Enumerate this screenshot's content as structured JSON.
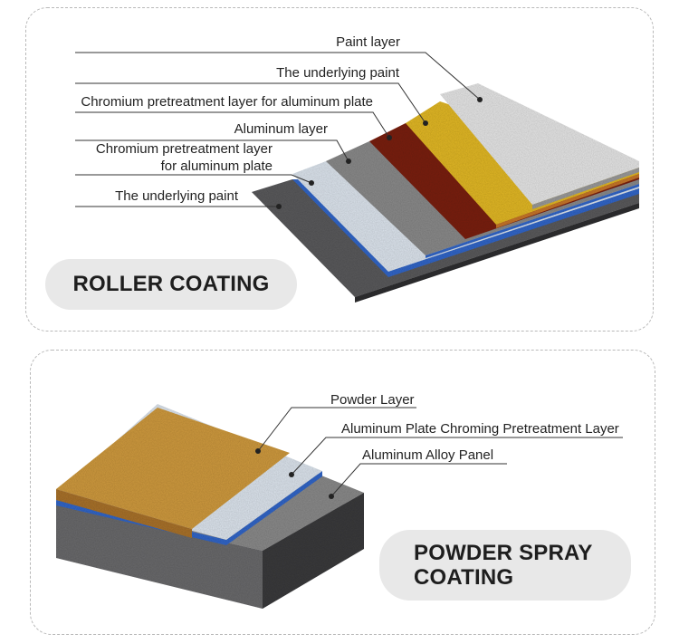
{
  "roller_coating": {
    "title": "ROLLER COATING",
    "labels": {
      "paint_layer": "Paint layer",
      "underlying_paint_top": "The underlying paint",
      "chromium_top": "Chromium pretreatment layer for aluminum plate",
      "aluminum_layer": "Aluminum layer",
      "chromium_bottom_line1": "Chromium pretreatment layer",
      "chromium_bottom_line2": "for aluminum plate",
      "underlying_paint_bottom": "The underlying paint"
    }
  },
  "powder_spray_coating": {
    "title": "POWDER SPRAY\nCOATING",
    "labels": {
      "powder_layer": "Powder Layer",
      "chroming_pretreatment": "Aluminum Plate Chroming Pretreatment Layer",
      "alloy_panel": "Aluminum Alloy Panel"
    }
  },
  "colors": {
    "panel_border": "#b9b9b9",
    "pill_background": "#e8e8e8",
    "dark_gray_layer": "#5a5a5c",
    "light_blue_layer": "#dde5ee",
    "blue_edge": "#3266c8",
    "medium_gray_layer": "#8a8a8a",
    "red_layer": "#7a1f12",
    "yellow_layer": "#e2b824",
    "paint_layer": "#e6e6e6",
    "powder_layer": "#cf9a3e"
  }
}
